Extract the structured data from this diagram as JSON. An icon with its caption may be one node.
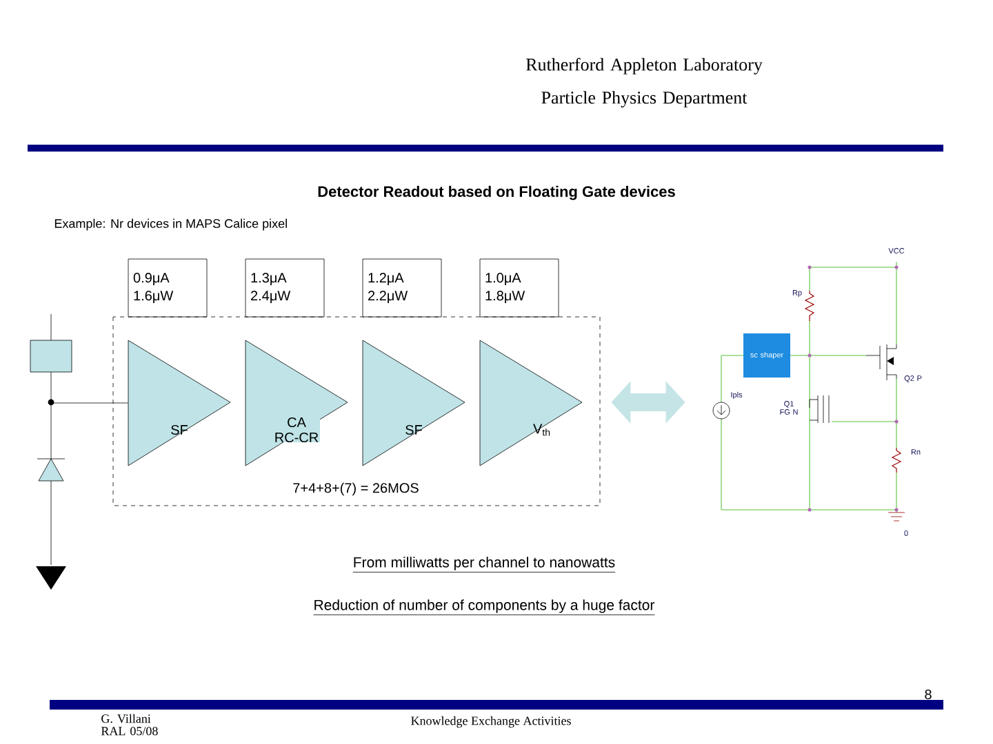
{
  "diagram": {
    "title": "Detector Readout based on Floating Gate devices",
    "nodes": [
      {
        "text": [
          "0.9μA 1.6μW"
        ]
      },
      {
        "text": [
          "1.3μA 2.4μW"
        ]
      },
      {
        "text": [
          "1.2μA 2.2μW"
        ]
      },
      {
        "text": [
          "1.0μA 1.8μW"
        ]
      },
      {
        "text": [
          "7+4+8+(7) = 26MOS"
        ]
      },
      {
        "text": [
          "SF"
        ],
        "in": 4
      },
      {
        "text": [
          "CA RC-CR"
        ],
        "in": 4
      },
      {
        "text": [
          "SF"
        ],
        "in": 4
      },
      {
        "text": [
          "V$_{th}$"
        ],
        "in": 4
      },
      {
        "text": [],
        "shape": "picture"
      },
      {
        "text": [],
        "shape": "picture"
      }
    ],
    "edges": [
      {
        "from": 9,
        "to": 5,
        "arrow": "none"
      },
      {
        "from": 4,
        "to": 10,
        "arrow": "both",
        "style": "thick",
        "color": "#c5e4e6"
      }
    ],
    "labels": [
      "Rutherford Appleton Laboratory Particle Physics Department",
      "Example: Nr devices in MAPS Calice pixel",
      "From milliwatts per channel to nanowatts",
      "Reduction of number of components  by a huge factor",
      "8",
      "G. Villani RAL 05/08",
      "Knowledge Exchange  Activities",
      "VCC",
      "Rp",
      "sc shaper",
      "Q2 P",
      "Ipls",
      "Q1 FG N",
      "Rn",
      "0"
    ]
  }
}
